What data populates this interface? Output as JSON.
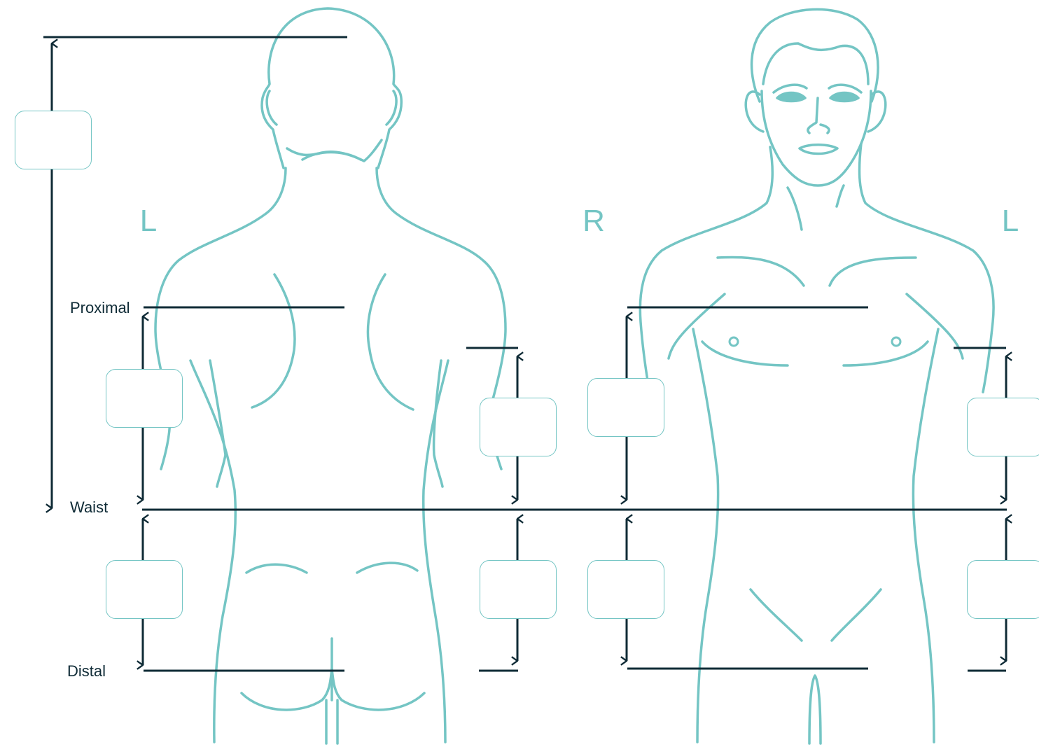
{
  "colors": {
    "outline": "#74c5c4",
    "line": "#0f2b36",
    "box_border": "#74c5c4",
    "background": "#ffffff"
  },
  "labels": {
    "back_left": "L",
    "front_right": "R",
    "front_left": "L",
    "proximal": "Proximal",
    "waist": "Waist",
    "distal": "Distal"
  },
  "measurement_fields": {
    "head_to_waist": {
      "value": "",
      "placeholder": ""
    },
    "back_left_upper": {
      "value": "",
      "placeholder": ""
    },
    "back_right_upper": {
      "value": "",
      "placeholder": ""
    },
    "front_right_upper": {
      "value": "",
      "placeholder": ""
    },
    "front_left_upper": {
      "value": "",
      "placeholder": ""
    },
    "back_left_lower": {
      "value": "",
      "placeholder": ""
    },
    "back_right_lower": {
      "value": "",
      "placeholder": ""
    },
    "front_right_lower": {
      "value": "",
      "placeholder": ""
    },
    "front_left_lower": {
      "value": "",
      "placeholder": ""
    }
  }
}
